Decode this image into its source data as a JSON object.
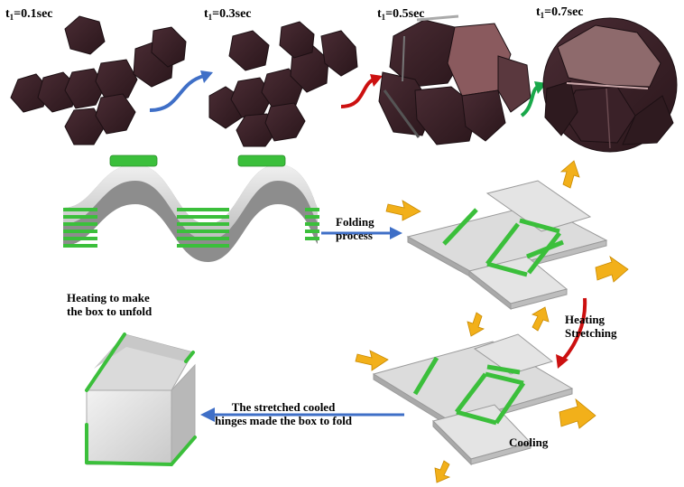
{
  "time_labels": {
    "t1_prefix": "t",
    "t1_sub": "1",
    "frame1": "=0.1sec",
    "frame2": "=0.3sec",
    "frame3": "=0.5sec",
    "frame4": "=0.7sec"
  },
  "labels": {
    "folding_line1": "Folding",
    "folding_line2": "process",
    "heating_line1": "Heating",
    "heating_line2": "Stretching",
    "cooling": "Cooling",
    "unfold_line1": "Heating to  make",
    "unfold_line2": "the box to unfold",
    "fold_line1": "The stretched cooled",
    "fold_line2": "hinges made the box to fold"
  },
  "colors": {
    "panel_dark": "#3a2128",
    "panel_edge": "#1c0f13",
    "hinge_green": "#3bbf3b",
    "sheet_gray": "#dcdcdc",
    "arrow_blue": "#3f6fc7",
    "arrow_red": "#cc1010",
    "arrow_green": "#19a84a",
    "arrow_orange": "#f2b01a"
  }
}
